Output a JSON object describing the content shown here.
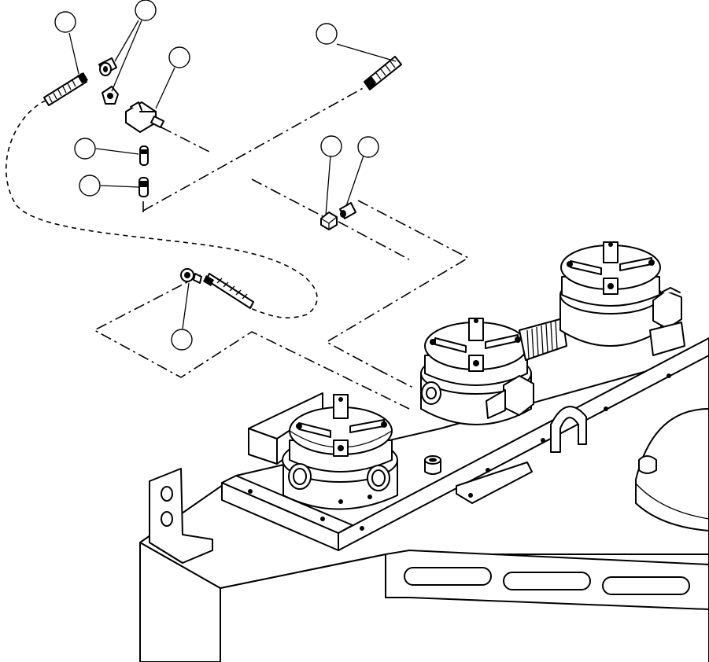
{
  "figure": {
    "type": "exploded parts illustration",
    "callouts": [
      "",
      "",
      "",
      "",
      "",
      "",
      "",
      "",
      "",
      ""
    ],
    "parts": [
      "threaded-fitting",
      "elbow-fitting",
      "nut",
      "connector-block",
      "pin-upper",
      "pin-lower",
      "threaded-fitting-right",
      "small-nut",
      "small-fitting",
      "bushing",
      "threaded-fitting-lower",
      "valve-left",
      "valve-middle",
      "valve-right",
      "mounting-bracket",
      "tank-cover"
    ]
  }
}
